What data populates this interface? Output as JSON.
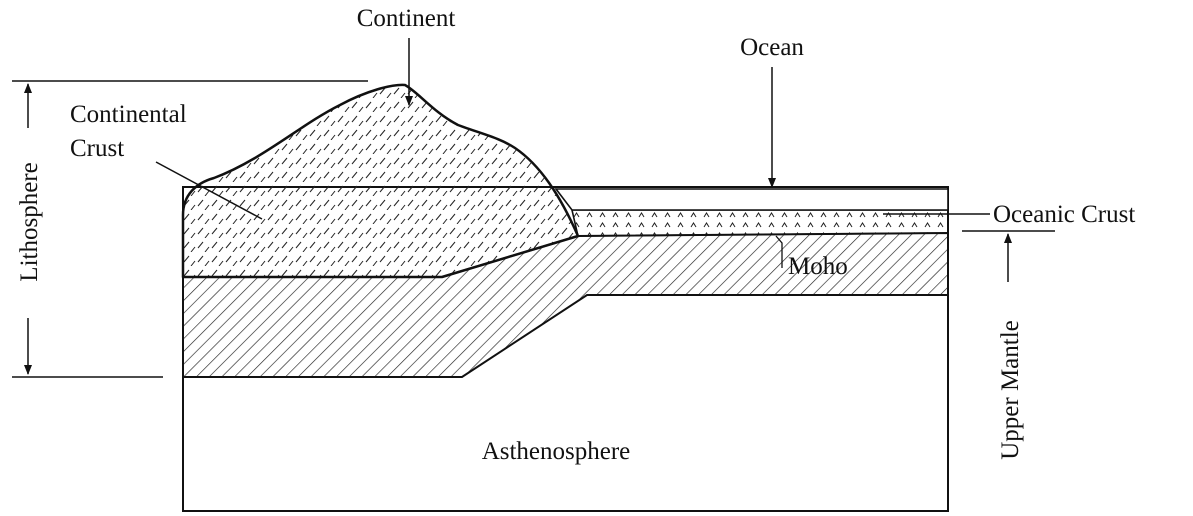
{
  "labels": {
    "continent": "Continent",
    "ocean": "Ocean",
    "continental_crust_line1": "Continental",
    "continental_crust_line2": "Crust",
    "lithosphere": "Lithosphere",
    "oceanic_crust": "Oceanic Crust",
    "moho": "Moho",
    "upper_mantle": "Upper Mantle",
    "asthenosphere": "Asthenosphere"
  },
  "colors": {
    "ink": "#111111",
    "background": "#ffffff"
  }
}
